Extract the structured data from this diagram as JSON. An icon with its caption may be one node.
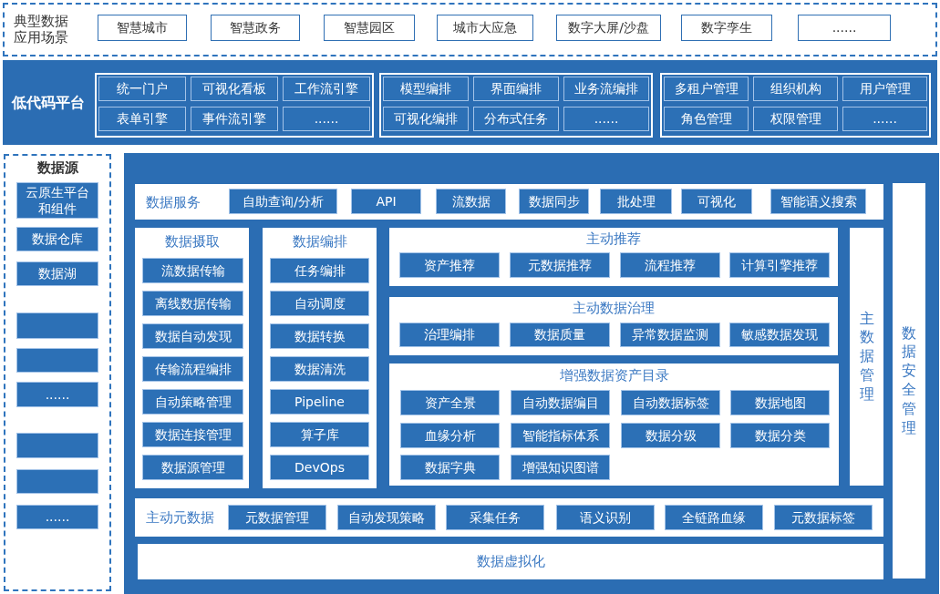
{
  "diagram": {
    "nodes": [
      {
        "text": [
          "典型数据应用场景"
        ]
      },
      {
        "text": [
          "智慧城市"
        ],
        "in": 0
      },
      {
        "text": [
          "智慧政务"
        ],
        "in": 0
      },
      {
        "text": [
          "智慧园区"
        ],
        "in": 0
      },
      {
        "text": [
          "城市大应急"
        ],
        "in": 0
      },
      {
        "text": [
          "数字大屏/沙盘"
        ],
        "in": 0
      },
      {
        "text": [
          "数字孪生"
        ],
        "in": 0
      },
      {
        "text": [
          "......"
        ],
        "in": 0
      },
      {
        "text": [
          "低代码平台"
        ]
      },
      {
        "text": [],
        "shape": "box",
        "in": 8
      },
      {
        "text": [
          "统一门户"
        ],
        "in": 9
      },
      {
        "text": [
          "可视化看板"
        ],
        "in": 9
      },
      {
        "text": [
          "工作流引擎"
        ],
        "in": 9
      },
      {
        "text": [
          "表单引擎"
        ],
        "in": 9
      },
      {
        "text": [
          "事件流引擎"
        ],
        "in": 9
      },
      {
        "text": [
          "......"
        ],
        "in": 9
      },
      {
        "text": [],
        "shape": "box",
        "in": 8
      },
      {
        "text": [
          "模型编排"
        ],
        "in": 16
      },
      {
        "text": [
          "界面编排"
        ],
        "in": 16
      },
      {
        "text": [
          "业务流编排"
        ],
        "in": 16
      },
      {
        "text": [
          "可视化编排"
        ],
        "in": 16
      },
      {
        "text": [
          "分布式任务"
        ],
        "in": 16
      },
      {
        "text": [
          "......"
        ],
        "in": 16
      },
      {
        "text": [],
        "shape": "box",
        "in": 8
      },
      {
        "text": [
          "多租户管理"
        ],
        "in": 23
      },
      {
        "text": [
          "组织机构"
        ],
        "in": 23
      },
      {
        "text": [
          "用户管理"
        ],
        "in": 23
      },
      {
        "text": [
          "角色管理"
        ],
        "in": 23
      },
      {
        "text": [
          "权限管理"
        ],
        "in": 23
      },
      {
        "text": [
          "......"
        ],
        "in": 23
      },
      {
        "text": [
          "数据源"
        ]
      },
      {
        "text": [
          "云原生平台和组件"
        ],
        "in": 30
      },
      {
        "text": [
          "数据仓库"
        ],
        "in": 30
      },
      {
        "text": [
          "数据湖"
        ],
        "in": 30
      },
      {
        "text": [],
        "shape": "box",
        "in": 30
      },
      {
        "text": [],
        "shape": "box",
        "in": 30
      },
      {
        "text": [
          "......"
        ],
        "in": 30
      },
      {
        "text": [],
        "shape": "box",
        "in": 30
      },
      {
        "text": [],
        "shape": "box",
        "in": 30
      },
      {
        "text": [
          "......"
        ],
        "in": 30
      },
      {
        "text": [],
        "shape": "box"
      },
      {
        "text": [
          "数据服务"
        ],
        "in": 40
      },
      {
        "text": [
          "自助查询/分析"
        ],
        "in": 41
      },
      {
        "text": [
          "API"
        ],
        "in": 41
      },
      {
        "text": [
          "流数据"
        ],
        "in": 41
      },
      {
        "text": [
          "数据同步"
        ],
        "in": 41
      },
      {
        "text": [
          "批处理"
        ],
        "in": 41
      },
      {
        "text": [
          "可视化"
        ],
        "in": 41
      },
      {
        "text": [
          "智能语义搜索"
        ],
        "in": 41
      },
      {
        "text": [
          "数据摄取"
        ],
        "in": 40
      },
      {
        "text": [
          "流数据传输"
        ],
        "in": 49
      },
      {
        "text": [
          "离线数据传输"
        ],
        "in": 49
      },
      {
        "text": [
          "数据自动发现"
        ],
        "in": 49
      },
      {
        "text": [
          "传输流程编排"
        ],
        "in": 49
      },
      {
        "text": [
          "自动策略管理"
        ],
        "in": 49
      },
      {
        "text": [
          "数据连接管理"
        ],
        "in": 49
      },
      {
        "text": [
          "数据源管理"
        ],
        "in": 49
      },
      {
        "text": [
          "数据编排"
        ],
        "in": 40
      },
      {
        "text": [
          "任务编排"
        ],
        "in": 57
      },
      {
        "text": [
          "自动调度"
        ],
        "in": 57
      },
      {
        "text": [
          "数据转换"
        ],
        "in": 57
      },
      {
        "text": [
          "数据清洗"
        ],
        "in": 57
      },
      {
        "text": [
          "Pipeline"
        ],
        "in": 57
      },
      {
        "text": [
          "算子库"
        ],
        "in": 57
      },
      {
        "text": [
          "DevOps"
        ],
        "in": 57
      },
      {
        "text": [
          "主动推荐"
        ],
        "in": 40
      },
      {
        "text": [
          "资产推荐"
        ],
        "in": 65
      },
      {
        "text": [
          "元数据推荐"
        ],
        "in": 65
      },
      {
        "text": [
          "流程推荐"
        ],
        "in": 65
      },
      {
        "text": [
          "计算引擎推荐"
        ],
        "in": 65
      },
      {
        "text": [
          "主动数据治理"
        ],
        "in": 40
      },
      {
        "text": [
          "治理编排"
        ],
        "in": 70
      },
      {
        "text": [
          "数据质量"
        ],
        "in": 70
      },
      {
        "text": [
          "异常数据监测"
        ],
        "in": 70
      },
      {
        "text": [
          "敏感数据发现"
        ],
        "in": 70
      },
      {
        "text": [
          "增强数据资产目录"
        ],
        "in": 40
      },
      {
        "text": [
          "资产全景"
        ],
        "in": 75
      },
      {
        "text": [
          "自动数据编目"
        ],
        "in": 75
      },
      {
        "text": [
          "自动数据标签"
        ],
        "in": 75
      },
      {
        "text": [
          "数据地图"
        ],
        "in": 75
      },
      {
        "text": [
          "血缘分析"
        ],
        "in": 75
      },
      {
        "text": [
          "智能指标体系"
        ],
        "in": 75
      },
      {
        "text": [
          "数据分级"
        ],
        "in": 75
      },
      {
        "text": [
          "数据分类"
        ],
        "in": 75
      },
      {
        "text": [
          "数据字典"
        ],
        "in": 75
      },
      {
        "text": [
          "增强知识图谱"
        ],
        "in": 75
      },
      {
        "text": [
          "主数据管理"
        ],
        "in": 40
      },
      {
        "text": [
          "数据安全管理"
        ],
        "in": 40
      },
      {
        "text": [
          "主动元数据"
        ],
        "in": 40
      },
      {
        "text": [
          "元数据管理"
        ],
        "in": 88
      },
      {
        "text": [
          "自动发现策略"
        ],
        "in": 88
      },
      {
        "text": [
          "采集任务"
        ],
        "in": 88
      },
      {
        "text": [
          "语义识别"
        ],
        "in": 88
      },
      {
        "text": [
          "全链路血缘"
        ],
        "in": 88
      },
      {
        "text": [
          "元数据标签"
        ],
        "in": 88
      },
      {
        "text": [
          "数据虚拟化"
        ],
        "in": 40
      }
    ]
  }
}
